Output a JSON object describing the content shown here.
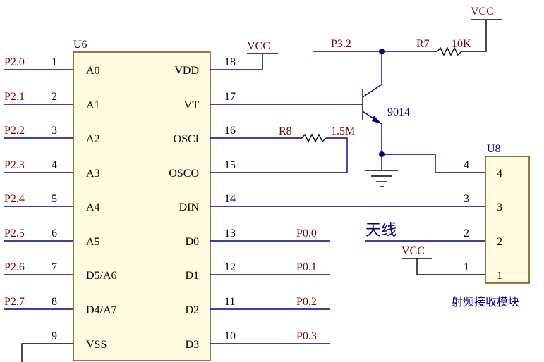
{
  "u6": {
    "designator": "U6",
    "left_pins": [
      {
        "net": "P2.0",
        "num": "1",
        "name": "A0"
      },
      {
        "net": "P2.1",
        "num": "2",
        "name": "A1"
      },
      {
        "net": "P2.2",
        "num": "3",
        "name": "A2"
      },
      {
        "net": "P2.3",
        "num": "4",
        "name": "A3"
      },
      {
        "net": "P2.4",
        "num": "5",
        "name": "A4"
      },
      {
        "net": "P2.5",
        "num": "6",
        "name": "A5"
      },
      {
        "net": "P2.6",
        "num": "7",
        "name": "D5/A6"
      },
      {
        "net": "P2.7",
        "num": "8",
        "name": "D4/A7"
      },
      {
        "net": "",
        "num": "9",
        "name": "VSS"
      }
    ],
    "right_pins": [
      {
        "num": "18",
        "name": "VDD",
        "net": "VCC"
      },
      {
        "num": "17",
        "name": "VT",
        "net": ""
      },
      {
        "num": "16",
        "name": "OSCI",
        "net": ""
      },
      {
        "num": "15",
        "name": "OSCO",
        "net": ""
      },
      {
        "num": "14",
        "name": "DIN",
        "net": ""
      },
      {
        "num": "13",
        "name": "D0",
        "net": "P0.0"
      },
      {
        "num": "12",
        "name": "D1",
        "net": "P0.1"
      },
      {
        "num": "11",
        "name": "D2",
        "net": "P0.2"
      },
      {
        "num": "10",
        "name": "D3",
        "net": "P0.3"
      }
    ]
  },
  "r7": {
    "designator": "R7",
    "value": "10K"
  },
  "r8": {
    "designator": "R8",
    "value": "1.5M"
  },
  "q1": {
    "part": "9014"
  },
  "top_vcc": "VCC",
  "p32": "P3.2",
  "u8": {
    "designator": "U8",
    "pins": [
      {
        "num": "4",
        "wire_label": "4"
      },
      {
        "num": "3",
        "wire_label": "3"
      },
      {
        "num": "2",
        "wire_label": "2"
      },
      {
        "num": "1",
        "wire_label": "1"
      }
    ],
    "vcc": "VCC",
    "antenna": "天线",
    "caption": "射频接收模块"
  }
}
